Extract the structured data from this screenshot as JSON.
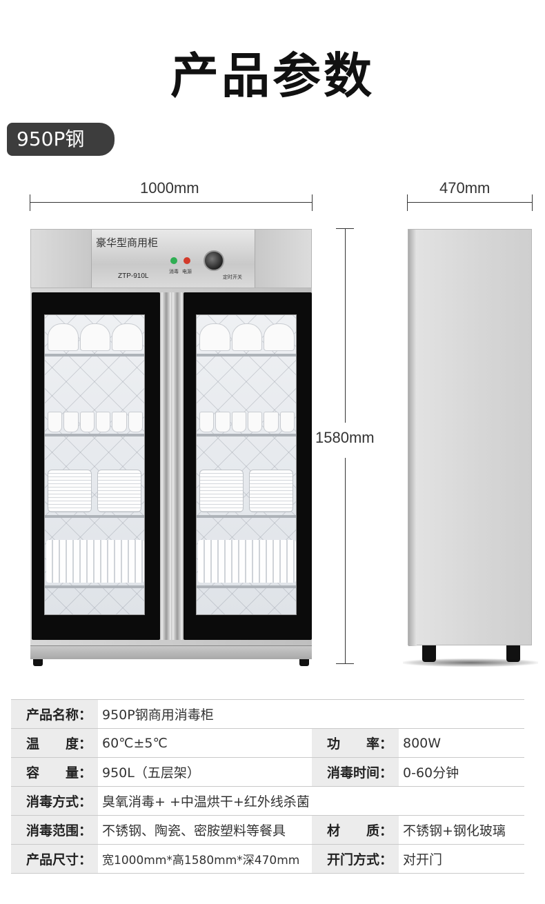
{
  "title": "产品参数",
  "model_badge": "950P钢",
  "dimensions": {
    "width": "1000mm",
    "depth": "470mm",
    "height": "1580mm"
  },
  "cabinet_panel": {
    "name": "豪华型商用柜",
    "model": "ZTP-910L",
    "led_labels": [
      "消毒",
      "电源"
    ],
    "knob_label": "定时开关"
  },
  "specs": [
    {
      "cells": [
        {
          "label": "产品名称：",
          "value": "950P钢商用消毒柜"
        }
      ]
    },
    {
      "cells": [
        {
          "label": "温　　度：",
          "value": "60℃±5℃"
        },
        {
          "label": "功　　率：",
          "value": "800W"
        }
      ]
    },
    {
      "cells": [
        {
          "label": "容　　量：",
          "value": "950L（五层架）"
        },
        {
          "label": "消毒时间：",
          "value": "0-60分钟"
        }
      ]
    },
    {
      "cells": [
        {
          "label": "消毒方式：",
          "value": "臭氧消毒+ +中温烘干+红外线杀菌"
        }
      ]
    },
    {
      "cells": [
        {
          "label": "消毒范围：",
          "value": "不锈钢、陶瓷、密胺塑料等餐具"
        },
        {
          "label": "材　　质：",
          "value": "不锈钢+钢化玻璃"
        }
      ]
    },
    {
      "cells": [
        {
          "label": "产品尺寸：",
          "value": "宽1000mm*高1580mm*深470mm"
        },
        {
          "label": "开门方式：",
          "value": "对开门"
        }
      ]
    }
  ],
  "colors": {
    "badge_bg": "#3d3d3d",
    "label_bg": "#ececec"
  }
}
